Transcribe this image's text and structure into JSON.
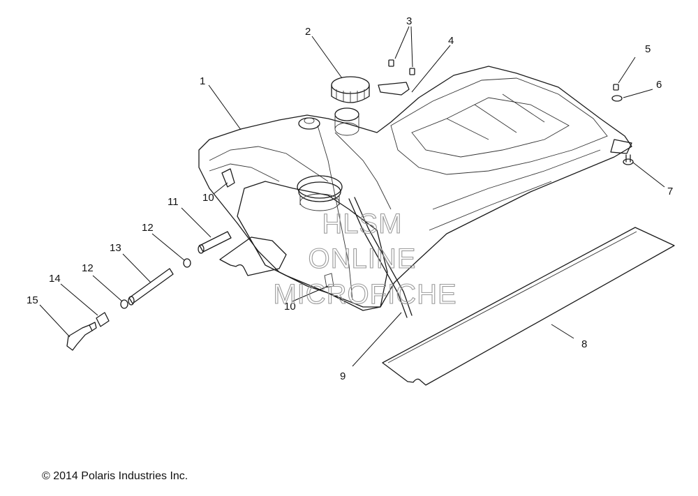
{
  "diagram": {
    "callouts": [
      "1",
      "2",
      "3",
      "4",
      "5",
      "6",
      "7",
      "8",
      "9",
      "10",
      "10",
      "11",
      "12",
      "12",
      "13",
      "14",
      "15"
    ],
    "watermark": [
      "HLSM",
      "ONLINE",
      "MICROFICHE"
    ],
    "copyright": "© 2014 Polaris Industries Inc."
  }
}
